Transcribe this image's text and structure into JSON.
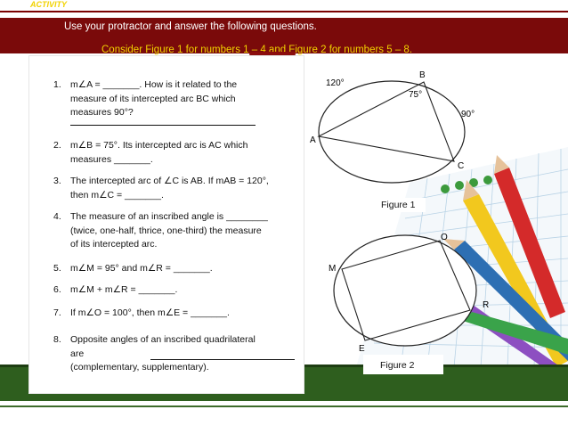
{
  "header": {
    "tag": "ACTIVITY",
    "instruction": "Use your protractor and answer the following questions.",
    "consider": "Consider Figure 1 for numbers 1 – 4 and Figure 2 for numbers 5 – 8."
  },
  "questions": [
    {
      "num": "1.",
      "line1": "m∠A = _______. How is it related to the",
      "line2": "measure  of  its  intercepted  arc  BC  which",
      "line3": "measures 90°?"
    },
    {
      "num": "2.",
      "line1": "m∠B = 75°. Its intercepted arc is AC which",
      "line2": "measures _______."
    },
    {
      "num": "3.",
      "line1": "The intercepted arc of ∠C is AB. If mAB = 120°,",
      "line2": "then m∠C = _______."
    },
    {
      "num": "4.",
      "line1": "The measure of an inscribed angle is ________",
      "line2": "(twice, one-half, thrice, one-third) the measure",
      "line3": "of its intercepted arc."
    },
    {
      "num": "5.",
      "line1": "m∠M = 95° and m∠R = _______."
    },
    {
      "num": "6.",
      "line1": "m∠M + m∠R = _______."
    },
    {
      "num": "7.",
      "line1": "If m∠O = 100°, then m∠E = _______."
    },
    {
      "num": "8.",
      "line1": "Opposite angles of an inscribed quadrilateral",
      "line2": "are",
      "line3": "(complementary, supplementary)."
    }
  ],
  "figure1": {
    "caption": "Figure 1",
    "label_A": "A",
    "label_B": "B",
    "label_C": "C",
    "arc_AB": "120°",
    "angle_B": "75°",
    "arc_BC": "90°"
  },
  "figure2": {
    "caption": "Figure 2",
    "label_M": "M",
    "label_O": "O",
    "label_R": "R",
    "label_E": "E"
  },
  "colors": {
    "banner": "#7a0a0a",
    "accent_yellow": "#f1d200",
    "green_band": "#2e5e1e"
  },
  "decor_icons": [
    "pencil-icon",
    "grid-paper-icon"
  ]
}
